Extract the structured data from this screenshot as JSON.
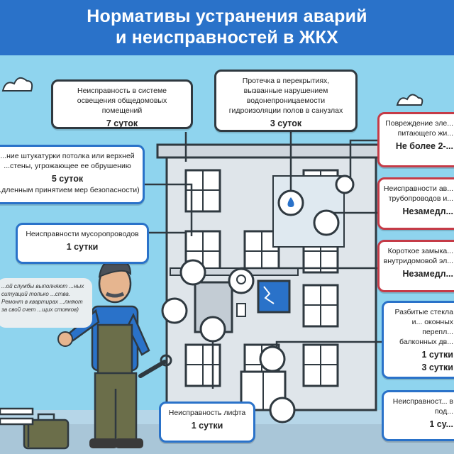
{
  "header": {
    "title_line1": "Нормативы устранения аварий",
    "title_line2": "и неисправностей в ЖКХ"
  },
  "colors": {
    "header_bg": "#2a72c9",
    "sky": "#8fd4ee",
    "border_blue": "#2a72c9",
    "border_red": "#c53b47",
    "border_gray": "#2f3940"
  },
  "boxes": {
    "lighting": {
      "text": "Неисправность в системе освещения общедомовых помещений",
      "deadline": "7 суток"
    },
    "leak": {
      "text": "Протечка в перекрытиях, вызванные нарушением водонепроницаемости гидроизоляции полов в санузлах",
      "deadline": "3 суток"
    },
    "cable": {
      "text": "Повреждение эле... питающего жи...",
      "deadline": "Не более 2-..."
    },
    "plaster": {
      "text": "...ние штукатурки потолка или верхней ...стены, угрожающее ее обрушению",
      "deadline": "5 суток",
      "note": "...дленным принятием мер безопасности)"
    },
    "chute": {
      "text": "Неисправности мусоропроводов",
      "deadline": "1 сутки"
    },
    "pipes": {
      "text": "Неисправности ав... трубопроводов и...",
      "deadline": "Незамедл..."
    },
    "short": {
      "text": "Короткое замыка... внутридомовой эл...",
      "deadline": "Незамедл..."
    },
    "glass": {
      "text": "Разбитые стекла и... оконных перепл... балконных дв...",
      "deadline": "1 сутки",
      "deadline2": "3 сутки"
    },
    "lift": {
      "text": "Неисправность лифта",
      "deadline": "1 сутки"
    },
    "bottom_right": {
      "text": "Неисправност... в под...",
      "deadline": "1 су..."
    }
  },
  "speech_bubble": {
    "text": "...ой службы выполняют ...ных ситуаций только ...ства. Ремонт в квартирах ...лняют за свой счет ...щих стояков)"
  },
  "icons": [
    "cloud-icon",
    "building-illustration",
    "worker-illustration",
    "briefcase-icon",
    "bench-icon",
    "wrench-icon"
  ]
}
